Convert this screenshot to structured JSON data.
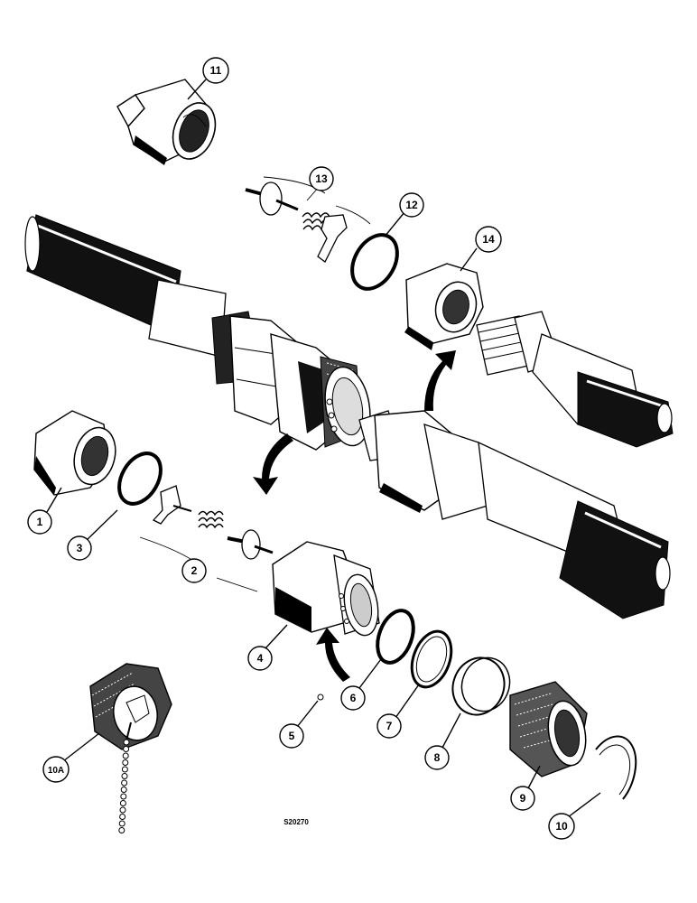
{
  "figure": {
    "id_label": "S20270"
  },
  "callouts": [
    {
      "key": "c11",
      "label": "11"
    },
    {
      "key": "c13",
      "label": "13"
    },
    {
      "key": "c12",
      "label": "12"
    },
    {
      "key": "c14",
      "label": "14"
    },
    {
      "key": "c1",
      "label": "1"
    },
    {
      "key": "c3",
      "label": "3"
    },
    {
      "key": "c2",
      "label": "2"
    },
    {
      "key": "c4",
      "label": "4"
    },
    {
      "key": "c5",
      "label": "5"
    },
    {
      "key": "c6",
      "label": "6"
    },
    {
      "key": "c7",
      "label": "7"
    },
    {
      "key": "c8",
      "label": "8"
    },
    {
      "key": "c9",
      "label": "9"
    },
    {
      "key": "c10",
      "label": "10"
    },
    {
      "key": "c10a",
      "label": "10A"
    }
  ]
}
